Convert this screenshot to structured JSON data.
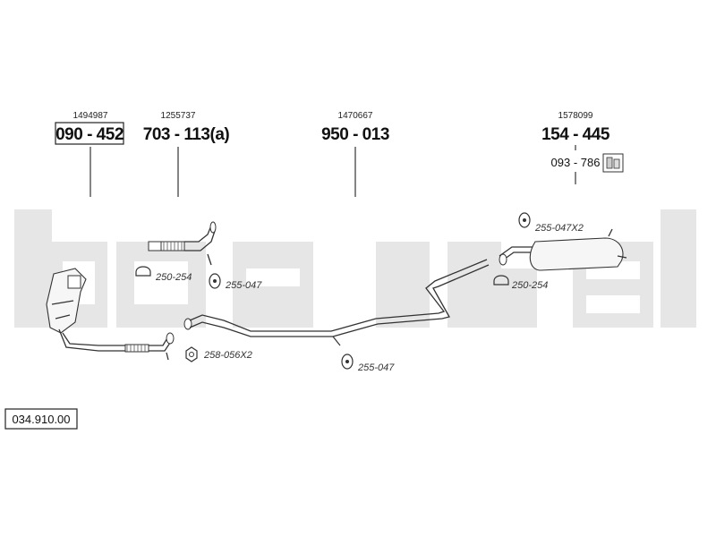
{
  "watermark": {
    "text": "bosal",
    "color": "#e6e6e6"
  },
  "diagram_code": "034.910.00",
  "parts": [
    {
      "oe_ref": "1494987",
      "part_no": "090 - 452",
      "boxed": true
    },
    {
      "oe_ref": "1255737",
      "part_no": "703 - 113(a)",
      "boxed": false
    },
    {
      "oe_ref": "1470667",
      "part_no": "950 - 013",
      "boxed": false
    },
    {
      "oe_ref": "1578099",
      "part_no": "154 - 445",
      "boxed": false
    }
  ],
  "accessory_part": {
    "part_no": "093 - 786"
  },
  "hardware": [
    {
      "code": "250-254",
      "icon": "clamp-icon"
    },
    {
      "code": "255-047",
      "icon": "rubber-mount-icon"
    },
    {
      "code": "258-056X2",
      "icon": "nut-icon"
    },
    {
      "code": "255-047",
      "icon": "rubber-mount-icon"
    },
    {
      "code": "255-047X2",
      "icon": "rubber-mount-icon"
    },
    {
      "code": "250-254",
      "icon": "clamp-icon"
    }
  ]
}
